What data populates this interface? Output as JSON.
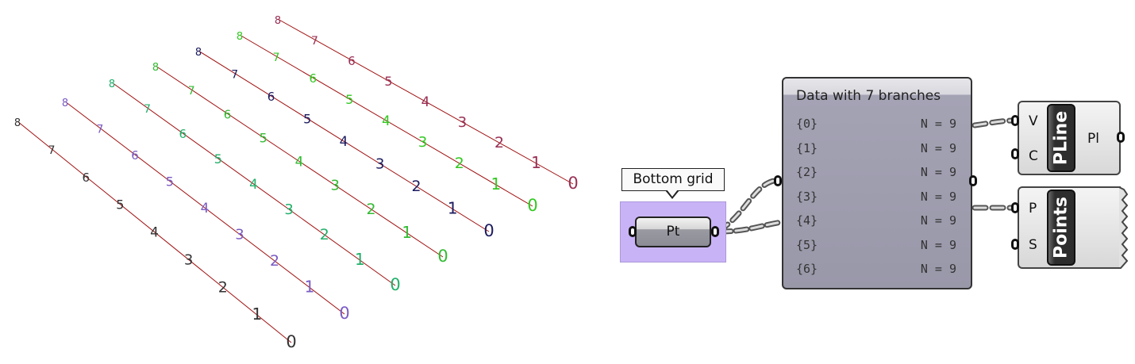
{
  "viewport": {
    "line_color": "#a01010",
    "polylines": [
      {
        "branch": 0,
        "color": "#333333",
        "labels": [
          "0",
          "1",
          "2",
          "3",
          "4",
          "5",
          "6",
          "7",
          "8"
        ]
      },
      {
        "branch": 1,
        "color": "#7a5cc4",
        "labels": [
          "0",
          "1",
          "2",
          "3",
          "4",
          "5",
          "6",
          "7",
          "8"
        ]
      },
      {
        "branch": 2,
        "color": "#22b06a",
        "labels": [
          "0",
          "1",
          "2",
          "3",
          "4",
          "5",
          "6",
          "7",
          "8"
        ]
      },
      {
        "branch": 3,
        "color": "#33bb33",
        "labels": [
          "0",
          "1",
          "2",
          "3",
          "4",
          "5",
          "6",
          "7",
          "8"
        ]
      },
      {
        "branch": 4,
        "color": "#1c1c60",
        "labels": [
          "0",
          "1",
          "2",
          "3",
          "4",
          "5",
          "6",
          "7",
          "8"
        ]
      },
      {
        "branch": 5,
        "color": "#33c822",
        "labels": [
          "0",
          "1",
          "2",
          "3",
          "4",
          "5",
          "6",
          "7",
          "8"
        ]
      },
      {
        "branch": 6,
        "color": "#9a3055",
        "labels": [
          "0",
          "1",
          "2",
          "3",
          "4",
          "5",
          "6",
          "7",
          "8"
        ]
      }
    ]
  },
  "pt_component": {
    "tooltip": "Bottom grid",
    "label": "Pt",
    "group_color": "#c9b3f7"
  },
  "panel": {
    "title": "Data with 7 branches",
    "rows": [
      {
        "branch": "{0}",
        "count": "N = 9"
      },
      {
        "branch": "{1}",
        "count": "N = 9"
      },
      {
        "branch": "{2}",
        "count": "N = 9"
      },
      {
        "branch": "{3}",
        "count": "N = 9"
      },
      {
        "branch": "{4}",
        "count": "N = 9"
      },
      {
        "branch": "{5}",
        "count": "N = 9"
      },
      {
        "branch": "{6}",
        "count": "N = 9"
      }
    ]
  },
  "pline_component": {
    "name": "PLine",
    "inputs": [
      "V",
      "C"
    ],
    "output": "Pl"
  },
  "points_component": {
    "name": "Points",
    "inputs": [
      "P",
      "S"
    ]
  }
}
